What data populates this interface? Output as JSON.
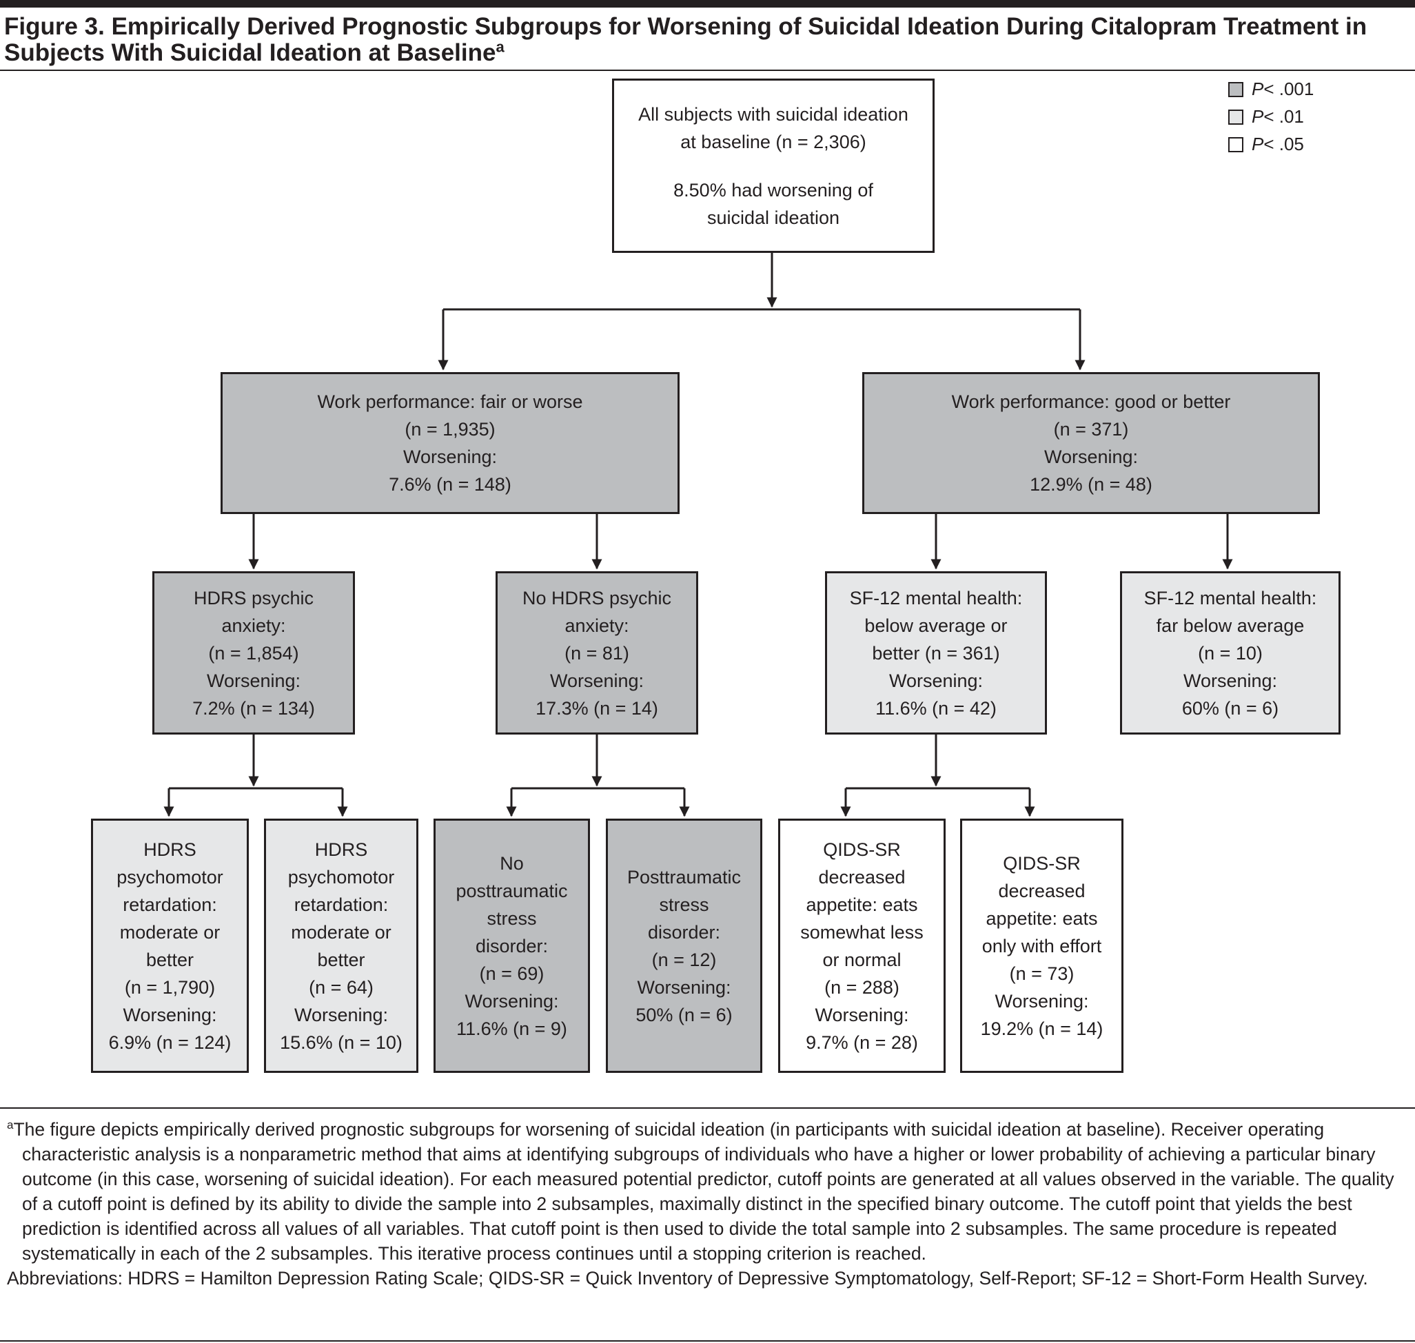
{
  "figure": {
    "title": "Figure 3. Empirically Derived Prognostic Subgroups for Worsening of Suicidal Ideation During Citalopram Treatment in Subjects With Suicidal Ideation at Baseline",
    "title_sup": "a"
  },
  "legend": [
    {
      "p_label": "P",
      "value_label": " < .001",
      "color": "#bcbec0"
    },
    {
      "p_label": "P",
      "value_label": " < .01",
      "color": "#e6e7e8"
    },
    {
      "p_label": "P",
      "value_label": " < .05",
      "color": "#ffffff"
    }
  ],
  "nodes": {
    "root": {
      "lines": [
        "All subjects with suicidal ideation",
        "at baseline (n = 2,306)"
      ],
      "lines2": [
        "8.50% had worsening of",
        "suicidal ideation"
      ]
    },
    "work_fair": {
      "lines": [
        "Work performance: fair or worse",
        "(n = 1,935)",
        "Worsening:",
        "7.6% (n = 148)"
      ]
    },
    "work_good": {
      "lines": [
        "Work performance: good or better",
        "(n = 371)",
        "Worsening:",
        "12.9% (n = 48)"
      ]
    },
    "hdrs_anx": {
      "lines": [
        "HDRS psychic",
        "anxiety:",
        "(n = 1,854)",
        "Worsening:",
        "7.2% (n = 134)"
      ]
    },
    "no_hdrs_anx": {
      "lines": [
        "No HDRS psychic",
        "anxiety:",
        "(n = 81)",
        "Worsening:",
        "17.3% (n = 14)"
      ]
    },
    "sf12_below": {
      "lines": [
        "SF-12 mental health:",
        "below average or",
        "better (n = 361)",
        "Worsening:",
        "11.6% (n = 42)"
      ]
    },
    "sf12_far": {
      "lines": [
        "SF-12 mental health:",
        "far below average",
        "(n = 10)",
        "Worsening:",
        "60% (n = 6)"
      ]
    },
    "hdrs_pmr_1": {
      "lines": [
        "HDRS",
        "psychomotor",
        "retardation:",
        "moderate or",
        "better",
        "(n = 1,790)",
        "Worsening:",
        "6.9% (n = 124)"
      ]
    },
    "hdrs_pmr_2": {
      "lines": [
        "HDRS",
        "psychomotor",
        "retardation:",
        "moderate or",
        "better",
        "(n = 64)",
        "Worsening:",
        "15.6% (n = 10)"
      ]
    },
    "no_ptsd": {
      "lines": [
        "No",
        "posttraumatic",
        "stress",
        "disorder:",
        "(n = 69)",
        "Worsening:",
        "11.6% (n = 9)"
      ]
    },
    "ptsd": {
      "lines": [
        "Posttraumatic",
        "stress",
        "disorder:",
        "(n = 12)",
        "Worsening:",
        "50% (n = 6)"
      ]
    },
    "qids_less": {
      "lines": [
        "QIDS-SR decreased",
        "appetite: eats",
        "somewhat less",
        "or normal",
        "(n = 288)",
        "Worsening:",
        "9.7% (n = 28)"
      ]
    },
    "qids_effort": {
      "lines": [
        "QIDS-SR",
        "decreased",
        "appetite: eats",
        "only with effort",
        "(n = 73)",
        "Worsening:",
        "19.2% (n = 14)"
      ]
    }
  },
  "footnote": {
    "sup": "a",
    "text": "The figure depicts empirically derived prognostic subgroups for worsening of suicidal ideation (in participants with suicidal ideation at baseline). Receiver operating characteristic analysis is a nonparametric method that aims at identifying subgroups of individuals who have a higher or lower probability of achieving a particular binary outcome (in this case, worsening of suicidal ideation). For each measured potential predictor, cutoff points are generated at all values observed in the variable. The quality of a cutoff point is defined by its ability to divide the sample into 2 subsamples, maximally distinct in the specified binary outcome. The cutoff point that yields the best prediction is identified across all values of all variables. That cutoff point is then used to divide the total sample into 2 subsamples. The same procedure is repeated systematically in each of the 2 subsamples. This iterative process continues until a stopping criterion is reached.",
    "abbreviations": "Abbreviations: HDRS = Hamilton Depression Rating Scale; QIDS-SR = Quick Inventory of Depressive Symptomatology, Self-Report; SF-12 = Short-Form Health Survey."
  }
}
